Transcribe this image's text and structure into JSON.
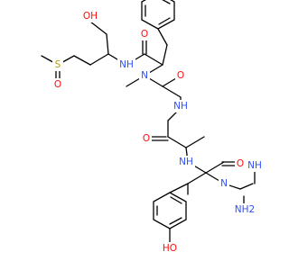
{
  "colors": {
    "carbon": "#000000",
    "oxygen": "#ff0d0d",
    "nitrogen": "#3050f8",
    "sulfur": "#b8a000"
  },
  "atoms": [
    {
      "id": "oh1",
      "text": "OH",
      "element": "oxygen"
    },
    {
      "id": "s",
      "text": "S",
      "element": "sulfur"
    },
    {
      "id": "o_s",
      "text": "O",
      "element": "oxygen"
    },
    {
      "id": "nh1",
      "text": "NH",
      "element": "nitrogen"
    },
    {
      "id": "o1",
      "text": "O",
      "element": "oxygen"
    },
    {
      "id": "n_me",
      "text": "N",
      "element": "nitrogen"
    },
    {
      "id": "o2",
      "text": "O",
      "element": "oxygen"
    },
    {
      "id": "nh2",
      "text": "NH",
      "element": "nitrogen"
    },
    {
      "id": "o3",
      "text": "O",
      "element": "oxygen"
    },
    {
      "id": "nh3",
      "text": "NH",
      "element": "nitrogen"
    },
    {
      "id": "o4",
      "text": "O",
      "element": "oxygen"
    },
    {
      "id": "n_g",
      "text": "N",
      "element": "nitrogen"
    },
    {
      "id": "nh_g",
      "text": "NH",
      "element": "nitrogen"
    },
    {
      "id": "nh2_g",
      "text": "NH2",
      "element": "nitrogen"
    },
    {
      "id": "oh2",
      "text": "HO",
      "element": "oxygen"
    }
  ]
}
